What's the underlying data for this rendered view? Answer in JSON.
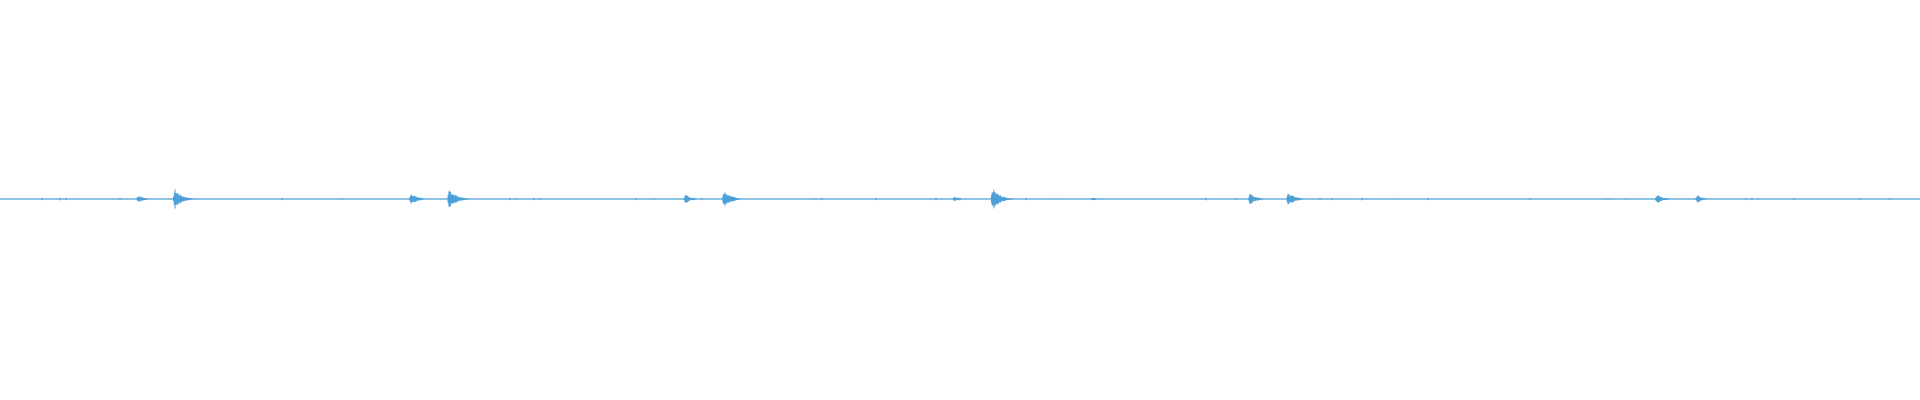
{
  "waveform": {
    "color": "#4a9fd8",
    "background": "#ffffff",
    "baseline_amplitude": 0.0,
    "bursts": [
      {
        "position": 0.072,
        "amplitude": 0.01
      },
      {
        "position": 0.091,
        "amplitude": 0.026
      },
      {
        "position": 0.214,
        "amplitude": 0.016
      },
      {
        "position": 0.234,
        "amplitude": 0.026
      },
      {
        "position": 0.357,
        "amplitude": 0.012
      },
      {
        "position": 0.377,
        "amplitude": 0.024
      },
      {
        "position": 0.497,
        "amplitude": 0.006
      },
      {
        "position": 0.517,
        "amplitude": 0.028
      },
      {
        "position": 0.569,
        "amplitude": 0.004
      },
      {
        "position": 0.651,
        "amplitude": 0.016
      },
      {
        "position": 0.671,
        "amplitude": 0.018
      },
      {
        "position": 0.863,
        "amplitude": 0.012
      },
      {
        "position": 0.884,
        "amplitude": 0.01
      }
    ]
  }
}
